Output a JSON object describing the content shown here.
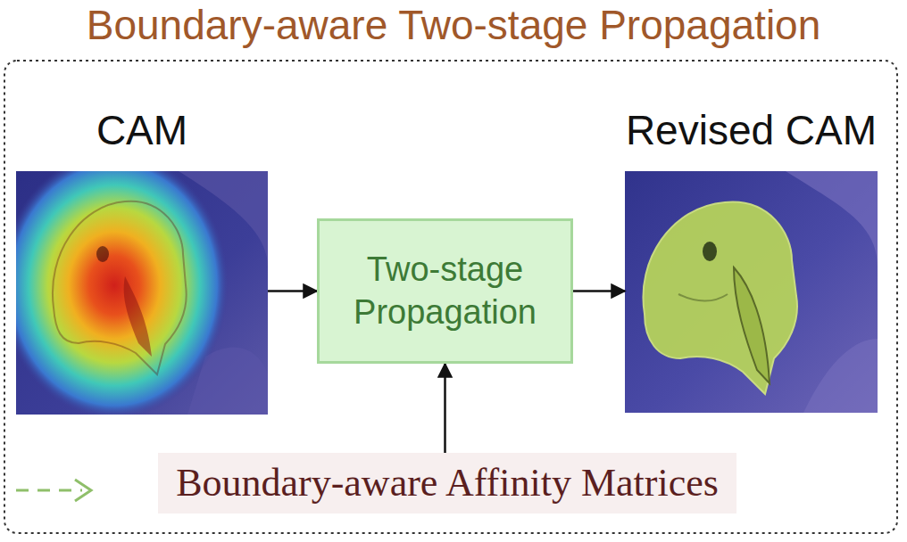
{
  "diagram": {
    "title": "Boundary-aware Two-stage Propagation",
    "nodes": [
      {
        "text": [
          "CAM"
        ]
      },
      {
        "text": [
          "Two-stage Propagation"
        ]
      },
      {
        "text": [
          "Revised CAM"
        ]
      },
      {
        "text": [
          "Boundary-aware Affinity Matrices"
        ]
      }
    ],
    "edges": [
      {
        "from": 0,
        "to": 1,
        "arrow": "to"
      },
      {
        "from": 1,
        "to": 2,
        "arrow": "to"
      },
      {
        "from": 3,
        "to": 1,
        "arrow": "to"
      }
    ]
  }
}
